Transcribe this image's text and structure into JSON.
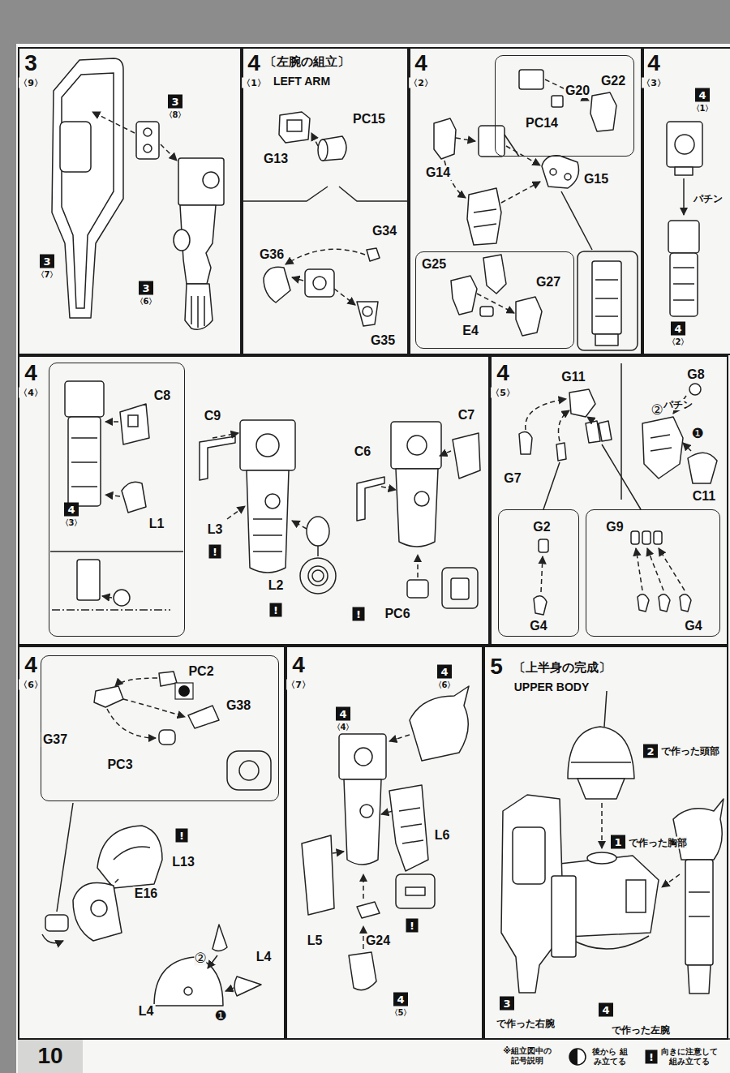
{
  "diagram": {
    "nodes": [
      {
        "text": [
          "3",
          "〈9〉"
        ]
      },
      {
        "text": [
          "4",
          "〈1〉",
          "〔左腕の組立〕",
          "LEFT ARM"
        ]
      },
      {
        "text": [
          "4",
          "〈2〉"
        ]
      },
      {
        "text": [
          "G20",
          "PC14",
          "G22"
        ],
        "in": 2
      },
      {
        "text": [
          "G25",
          "G27",
          "E4"
        ],
        "in": 2
      },
      {
        "text": [
          "4",
          "〈3〉"
        ]
      },
      {
        "text": [
          "4",
          "〈4〉"
        ]
      },
      {
        "text": [
          "C8",
          "L1"
        ],
        "in": 6
      },
      {
        "text": [
          "4",
          "〈5〉"
        ]
      },
      {
        "text": [
          "G2",
          "G4"
        ],
        "in": 8
      },
      {
        "text": [
          "G9",
          "G4"
        ],
        "in": 8
      },
      {
        "text": [
          "4",
          "〈6〉"
        ]
      },
      {
        "text": [
          "PC2",
          "G38",
          "G37",
          "PC3"
        ],
        "in": 11
      },
      {
        "text": [
          "4",
          "〈7〉"
        ]
      },
      {
        "text": [
          "5",
          "〔上半身の完成〕",
          "UPPER BODY"
        ]
      },
      {
        "text": [
          "10"
        ]
      }
    ],
    "labels": [
      "3",
      "〈8〉",
      "3",
      "〈7〉",
      "3",
      "〈6〉",
      "PC15",
      "G13",
      "G36",
      "G34",
      "G35",
      "G14",
      "G15",
      "4",
      "〈1〉",
      "パチン",
      "4",
      "〈2〉",
      "4",
      "〈3〉",
      "C9",
      "L3",
      "!",
      "L2",
      "!",
      "C7",
      "C6",
      "!",
      "PC6",
      "G11",
      "G7",
      "G8",
      "パチン",
      "②",
      "❶",
      "C11",
      "L13",
      "!",
      "E16",
      "L4",
      "L4",
      "②",
      "❶",
      "4",
      "〈6〉",
      "4",
      "〈4〉",
      "L6",
      "L5",
      "G24",
      "!",
      "4",
      "〈5〉",
      "2",
      "で作った頭部",
      "1",
      "で作った胸部",
      "3",
      "で作った右腕",
      "4",
      "で作った左腕",
      "※組立図中の 記号説明",
      "!"
    ],
    "legend": [
      {
        "text": "後から 組み立てる"
      },
      {
        "text": "向きに注意して 組み立てる"
      }
    ]
  }
}
